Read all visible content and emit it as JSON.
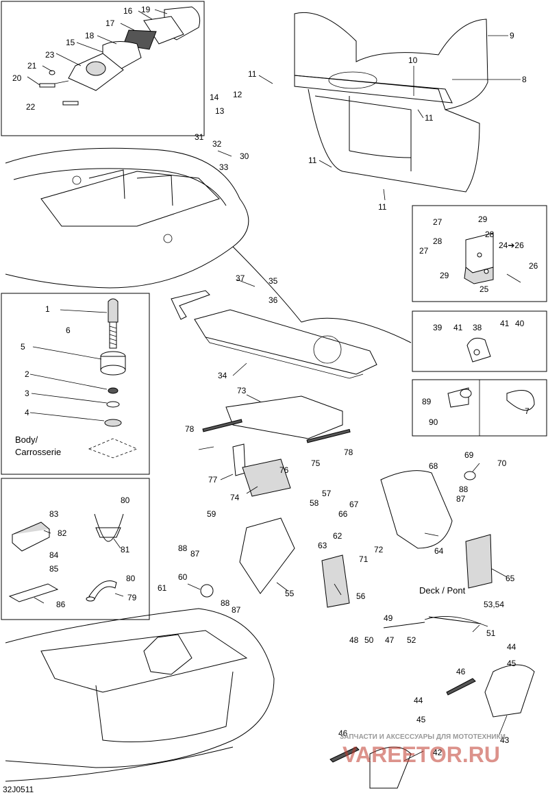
{
  "diagram_code": "32J0511",
  "watermark": {
    "line1": "ЗАПЧАСТИ И АКСЕССУАРЫ ДЛЯ МОТОТЕХНИКИ",
    "line2": "VAREETOR.RU"
  },
  "notes": {
    "body_label": "Body/",
    "body_label_fr": "Carrosserie",
    "deck_label": "Deck / Pont"
  },
  "callouts": [
    {
      "id": "c1",
      "text": "1"
    },
    {
      "id": "c2",
      "text": "2"
    },
    {
      "id": "c3",
      "text": "3"
    },
    {
      "id": "c4",
      "text": "4"
    },
    {
      "id": "c5",
      "text": "5"
    },
    {
      "id": "c6",
      "text": "6"
    },
    {
      "id": "c7",
      "text": "7"
    },
    {
      "id": "c8",
      "text": "8"
    },
    {
      "id": "c9",
      "text": "9"
    },
    {
      "id": "c10",
      "text": "10"
    },
    {
      "id": "c11a",
      "text": "11"
    },
    {
      "id": "c11b",
      "text": "11"
    },
    {
      "id": "c11c",
      "text": "11"
    },
    {
      "id": "c11d",
      "text": "11"
    },
    {
      "id": "c12",
      "text": "12"
    },
    {
      "id": "c13",
      "text": "13"
    },
    {
      "id": "c14",
      "text": "14"
    },
    {
      "id": "c15",
      "text": "15"
    },
    {
      "id": "c16",
      "text": "16"
    },
    {
      "id": "c17",
      "text": "17"
    },
    {
      "id": "c18",
      "text": "18"
    },
    {
      "id": "c19",
      "text": "19"
    },
    {
      "id": "c20",
      "text": "20"
    },
    {
      "id": "c21",
      "text": "21"
    },
    {
      "id": "c22",
      "text": "22"
    },
    {
      "id": "c23",
      "text": "23"
    },
    {
      "id": "c24",
      "text": "24➔26"
    },
    {
      "id": "c25",
      "text": "25"
    },
    {
      "id": "c26",
      "text": "26"
    },
    {
      "id": "c27a",
      "text": "27"
    },
    {
      "id": "c27b",
      "text": "27"
    },
    {
      "id": "c28a",
      "text": "28"
    },
    {
      "id": "c28b",
      "text": "28"
    },
    {
      "id": "c29a",
      "text": "29"
    },
    {
      "id": "c29b",
      "text": "29"
    },
    {
      "id": "c30",
      "text": "30"
    },
    {
      "id": "c31",
      "text": "31"
    },
    {
      "id": "c32",
      "text": "32"
    },
    {
      "id": "c33",
      "text": "33"
    },
    {
      "id": "c34",
      "text": "34"
    },
    {
      "id": "c35",
      "text": "35"
    },
    {
      "id": "c36",
      "text": "36"
    },
    {
      "id": "c37",
      "text": "37"
    },
    {
      "id": "c38",
      "text": "38"
    },
    {
      "id": "c39",
      "text": "39"
    },
    {
      "id": "c40",
      "text": "40"
    },
    {
      "id": "c41a",
      "text": "41"
    },
    {
      "id": "c41b",
      "text": "41"
    },
    {
      "id": "c42",
      "text": "42"
    },
    {
      "id": "c43",
      "text": "43"
    },
    {
      "id": "c44a",
      "text": "44"
    },
    {
      "id": "c44b",
      "text": "44"
    },
    {
      "id": "c45a",
      "text": "45"
    },
    {
      "id": "c45b",
      "text": "45"
    },
    {
      "id": "c46a",
      "text": "46"
    },
    {
      "id": "c46b",
      "text": "46"
    },
    {
      "id": "c47",
      "text": "47"
    },
    {
      "id": "c48",
      "text": "48"
    },
    {
      "id": "c49",
      "text": "49"
    },
    {
      "id": "c50",
      "text": "50"
    },
    {
      "id": "c51",
      "text": "51"
    },
    {
      "id": "c52",
      "text": "52"
    },
    {
      "id": "c53",
      "text": "53,54"
    },
    {
      "id": "c55",
      "text": "55"
    },
    {
      "id": "c56",
      "text": "56"
    },
    {
      "id": "c57",
      "text": "57"
    },
    {
      "id": "c58",
      "text": "58"
    },
    {
      "id": "c59",
      "text": "59"
    },
    {
      "id": "c60",
      "text": "60"
    },
    {
      "id": "c61",
      "text": "61"
    },
    {
      "id": "c62",
      "text": "62"
    },
    {
      "id": "c63",
      "text": "63"
    },
    {
      "id": "c64",
      "text": "64"
    },
    {
      "id": "c65",
      "text": "65"
    },
    {
      "id": "c66",
      "text": "66"
    },
    {
      "id": "c67",
      "text": "67"
    },
    {
      "id": "c68",
      "text": "68"
    },
    {
      "id": "c69",
      "text": "69"
    },
    {
      "id": "c70",
      "text": "70"
    },
    {
      "id": "c71",
      "text": "71"
    },
    {
      "id": "c72",
      "text": "72"
    },
    {
      "id": "c73",
      "text": "73"
    },
    {
      "id": "c74",
      "text": "74"
    },
    {
      "id": "c75",
      "text": "75"
    },
    {
      "id": "c76",
      "text": "76"
    },
    {
      "id": "c77",
      "text": "77"
    },
    {
      "id": "c78a",
      "text": "78"
    },
    {
      "id": "c78b",
      "text": "78"
    },
    {
      "id": "c79",
      "text": "79"
    },
    {
      "id": "c80a",
      "text": "80"
    },
    {
      "id": "c80b",
      "text": "80"
    },
    {
      "id": "c81",
      "text": "81"
    },
    {
      "id": "c82",
      "text": "82"
    },
    {
      "id": "c83",
      "text": "83"
    },
    {
      "id": "c84",
      "text": "84"
    },
    {
      "id": "c85",
      "text": "85"
    },
    {
      "id": "c86",
      "text": "86"
    },
    {
      "id": "c87a",
      "text": "87"
    },
    {
      "id": "c87b",
      "text": "87"
    },
    {
      "id": "c87c",
      "text": "87"
    },
    {
      "id": "c88a",
      "text": "88"
    },
    {
      "id": "c88b",
      "text": "88"
    },
    {
      "id": "c88c",
      "text": "88"
    },
    {
      "id": "c89",
      "text": "89"
    },
    {
      "id": "c90",
      "text": "90"
    }
  ],
  "colors": {
    "line": "#000000",
    "fill": "#ffffff",
    "shade": "#d9d9d9",
    "watermark": "#c0392b"
  }
}
